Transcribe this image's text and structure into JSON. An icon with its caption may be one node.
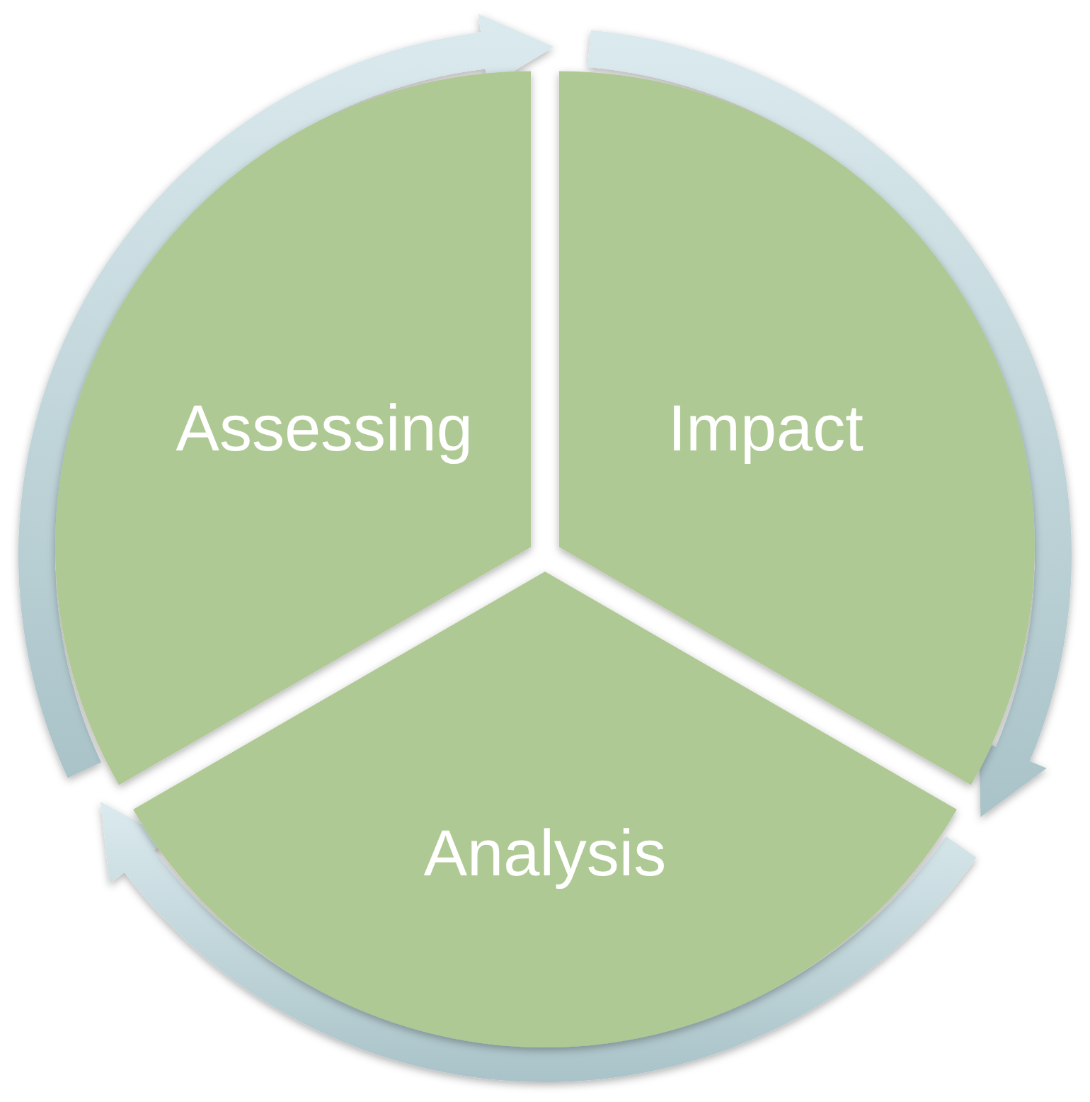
{
  "diagram": {
    "nodes": [
      {
        "text": [
          "Assessing"
        ]
      },
      {
        "text": [
          "Impact"
        ]
      },
      {
        "text": [
          "Analysis"
        ]
      }
    ],
    "edges": [
      {
        "from": 0,
        "to": 1,
        "arrow": "to"
      },
      {
        "from": 1,
        "to": 2,
        "arrow": "to"
      },
      {
        "from": 2,
        "to": 0,
        "arrow": "to"
      }
    ]
  }
}
